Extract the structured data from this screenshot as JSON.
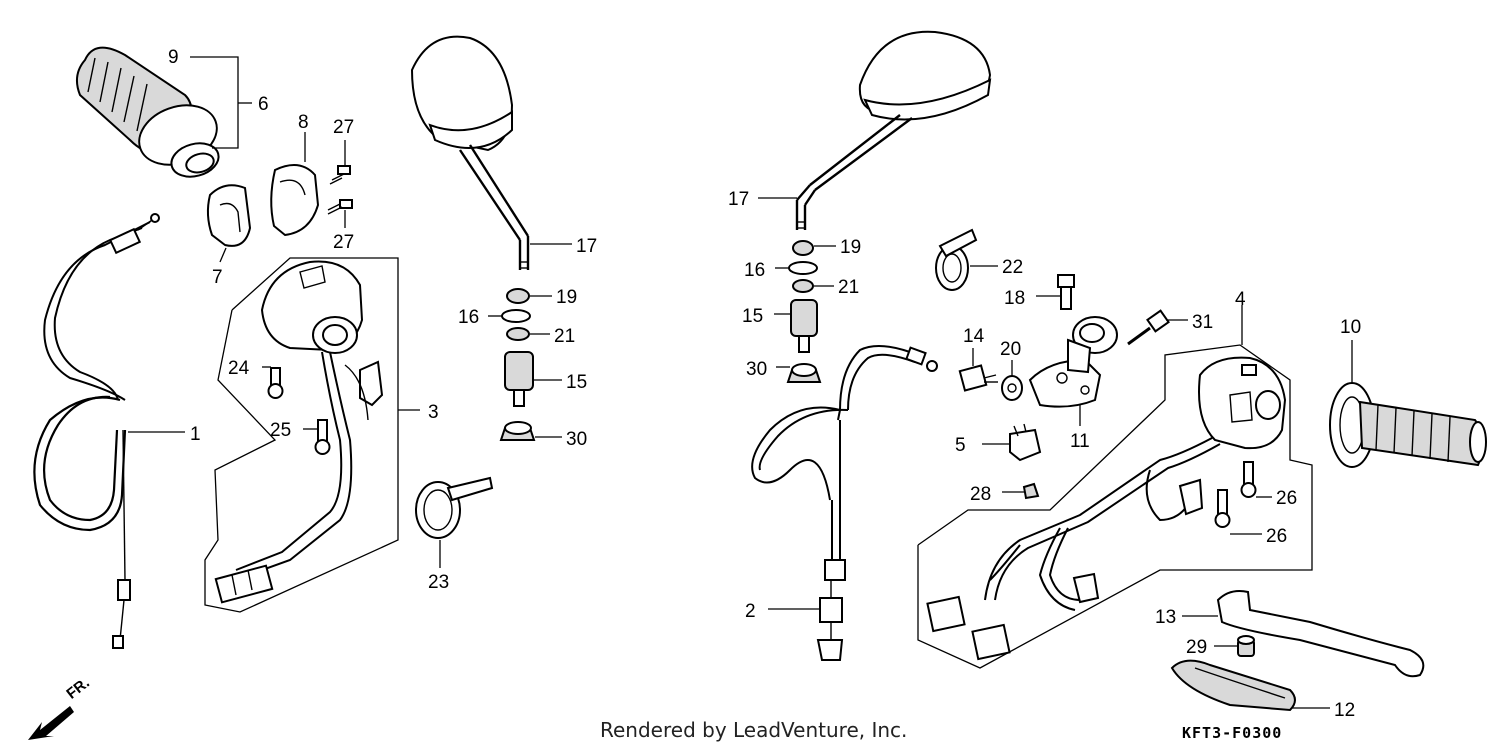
{
  "labels": {
    "p1": "1",
    "p2": "2",
    "p3": "3",
    "p4": "4",
    "p5": "5",
    "p6": "6",
    "p7": "7",
    "p8": "8",
    "p9": "9",
    "p10": "10",
    "p11": "11",
    "p12": "12",
    "p13": "13",
    "p14": "14",
    "p15L": "15",
    "p15R": "15",
    "p16L": "16",
    "p16R": "16",
    "p17L": "17",
    "p17R": "17",
    "p18": "18",
    "p19L": "19",
    "p19R": "19",
    "p20": "20",
    "p21L": "21",
    "p21R": "21",
    "p22": "22",
    "p23": "23",
    "p24": "24",
    "p25": "25",
    "p26a": "26",
    "p26b": "26",
    "p27a": "27",
    "p27b": "27",
    "p28": "28",
    "p29": "29",
    "p30L": "30",
    "p30R": "30",
    "p31": "31"
  },
  "footer": {
    "credit": "Rendered by LeadVenture, Inc.",
    "code": "KFT3-F0300",
    "direction": "FR."
  }
}
